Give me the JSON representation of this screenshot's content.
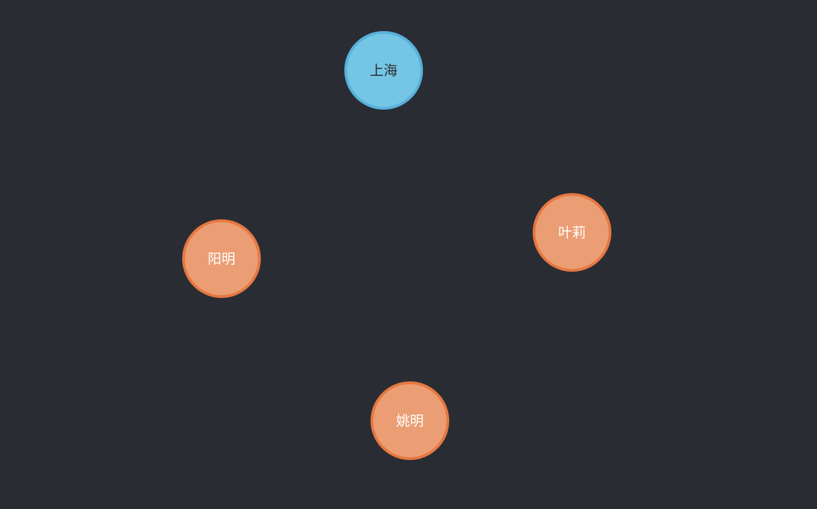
{
  "graph": {
    "colors": {
      "background": "#2a2c34",
      "city_fill": "#74c6e4",
      "city_border": "#57b1db",
      "city_text": "#2a2c34",
      "person_fill": "#eb9e74",
      "person_border": "#e67841",
      "person_text": "#ffffff"
    },
    "nodes": [
      {
        "id": "shanghai",
        "label": "上海",
        "category": "city"
      },
      {
        "id": "yeli",
        "label": "叶莉",
        "category": "person"
      },
      {
        "id": "yangming",
        "label": "阳明",
        "category": "person"
      },
      {
        "id": "yaoming",
        "label": "姚明",
        "category": "person"
      }
    ]
  }
}
